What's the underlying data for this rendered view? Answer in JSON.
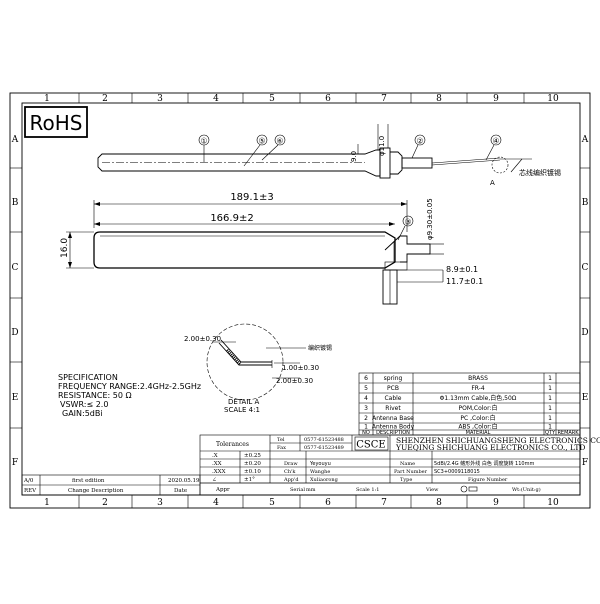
{
  "logo": "RoHS",
  "frame": {
    "columns": [
      "1",
      "2",
      "3",
      "4",
      "5",
      "6",
      "7",
      "8",
      "9",
      "10"
    ],
    "rows": [
      "A",
      "B",
      "C",
      "D",
      "E",
      "F"
    ]
  },
  "callouts": [
    "①",
    "⑤",
    "⑥",
    "②",
    "④",
    "③"
  ],
  "dimensions": {
    "overall_length": "189.1±3",
    "body_length": "166.9±2",
    "body_width": "16.0",
    "top_dia": "φ11.0",
    "top_width": "9.0",
    "connector_len": "φ9.30±0.05",
    "dim_89": "8.9±0.1",
    "dim_117": "11.7±0.1",
    "detail_200_top": "2.00±0.30",
    "detail_100": "1.00±0.30",
    "detail_200_bot": "2.00±0.30"
  },
  "annotations": {
    "core_shield": "芯线编织镀锡",
    "detail_note": "编织镀锡",
    "detail_title": "DETAIL A",
    "detail_scale": "SCALE 4:1",
    "detail_marker": "A"
  },
  "specification": {
    "title": "SPECIFICATION",
    "frequency": "FREQUENCY RANGE:2.4GHz-2.5GHz",
    "resistance": "RESISTANCE: 50 Ω",
    "vswr": "VSWR:≤ 2.0",
    "gain": "GAIN:5dBi"
  },
  "bom": {
    "headers": [
      "NO",
      "DESCRIPTION",
      "MATERIAL",
      "QTY",
      "REMARK"
    ],
    "rows": [
      {
        "no": "6",
        "desc": "spring",
        "mat": "BRASS",
        "qty": "1"
      },
      {
        "no": "5",
        "desc": "PCB",
        "mat": "FR-4",
        "qty": "1"
      },
      {
        "no": "4",
        "desc": "Cable",
        "mat": "Φ1.13mm Cable,白色,50Ω",
        "qty": "1"
      },
      {
        "no": "3",
        "desc": "Rivet",
        "mat": "POM,Color:白",
        "qty": "1"
      },
      {
        "no": "2",
        "desc": "Antenna Base",
        "mat": "PC ,Color:白",
        "qty": "1"
      },
      {
        "no": "1",
        "desc": "Antenna Body",
        "mat": "ABS ,Color:白",
        "qty": "1"
      }
    ]
  },
  "title_block": {
    "tolerances": "Tolerances",
    "tol_rows": [
      {
        "l": ".X",
        "v": "±0.25"
      },
      {
        "l": ".XX",
        "v": "±0.20"
      },
      {
        "l": ".XXX",
        "v": "±0.10"
      },
      {
        "l": "∠",
        "v": "±1°"
      }
    ],
    "tel_label": "Tel",
    "tel": "0577-61523488",
    "fax_label": "Fax",
    "fax": "0577-61523489",
    "logo_text": "CSCE",
    "company1": "SHENZHEN SHICHUANGSHENG ELECTRONICS CO.,LTD",
    "company2": "YUEQING SHICHUANG ELECTRONICS CO., LTD",
    "draw_label": "Draw",
    "draw_name": "Yeyouyu",
    "chk_label": "Ch'k",
    "chk_name": "Wanghe",
    "app_label": "App'd",
    "app_name": "Xuliaorong",
    "name_label": "Name",
    "name_value": "5dBi/2.4G 鳍形外线 白色 调度旋转 110mm",
    "pn_label": "Part Number",
    "pn_value": "SC3+0009118015",
    "type_label": "Type",
    "fig_label": "Figure Number",
    "scale_label": "Scale 1:1",
    "view_label": "View",
    "wt_label": "Wt:(Unit:g)",
    "sheet_label": "Serial",
    "sheet_value": "mm"
  },
  "revision": {
    "rev": "A/0",
    "desc": "first edition",
    "date": "2020.05.19",
    "rev_label": "REV",
    "desc_label": "Change Description",
    "date_label": "Date",
    "appr_label": "Appr"
  }
}
